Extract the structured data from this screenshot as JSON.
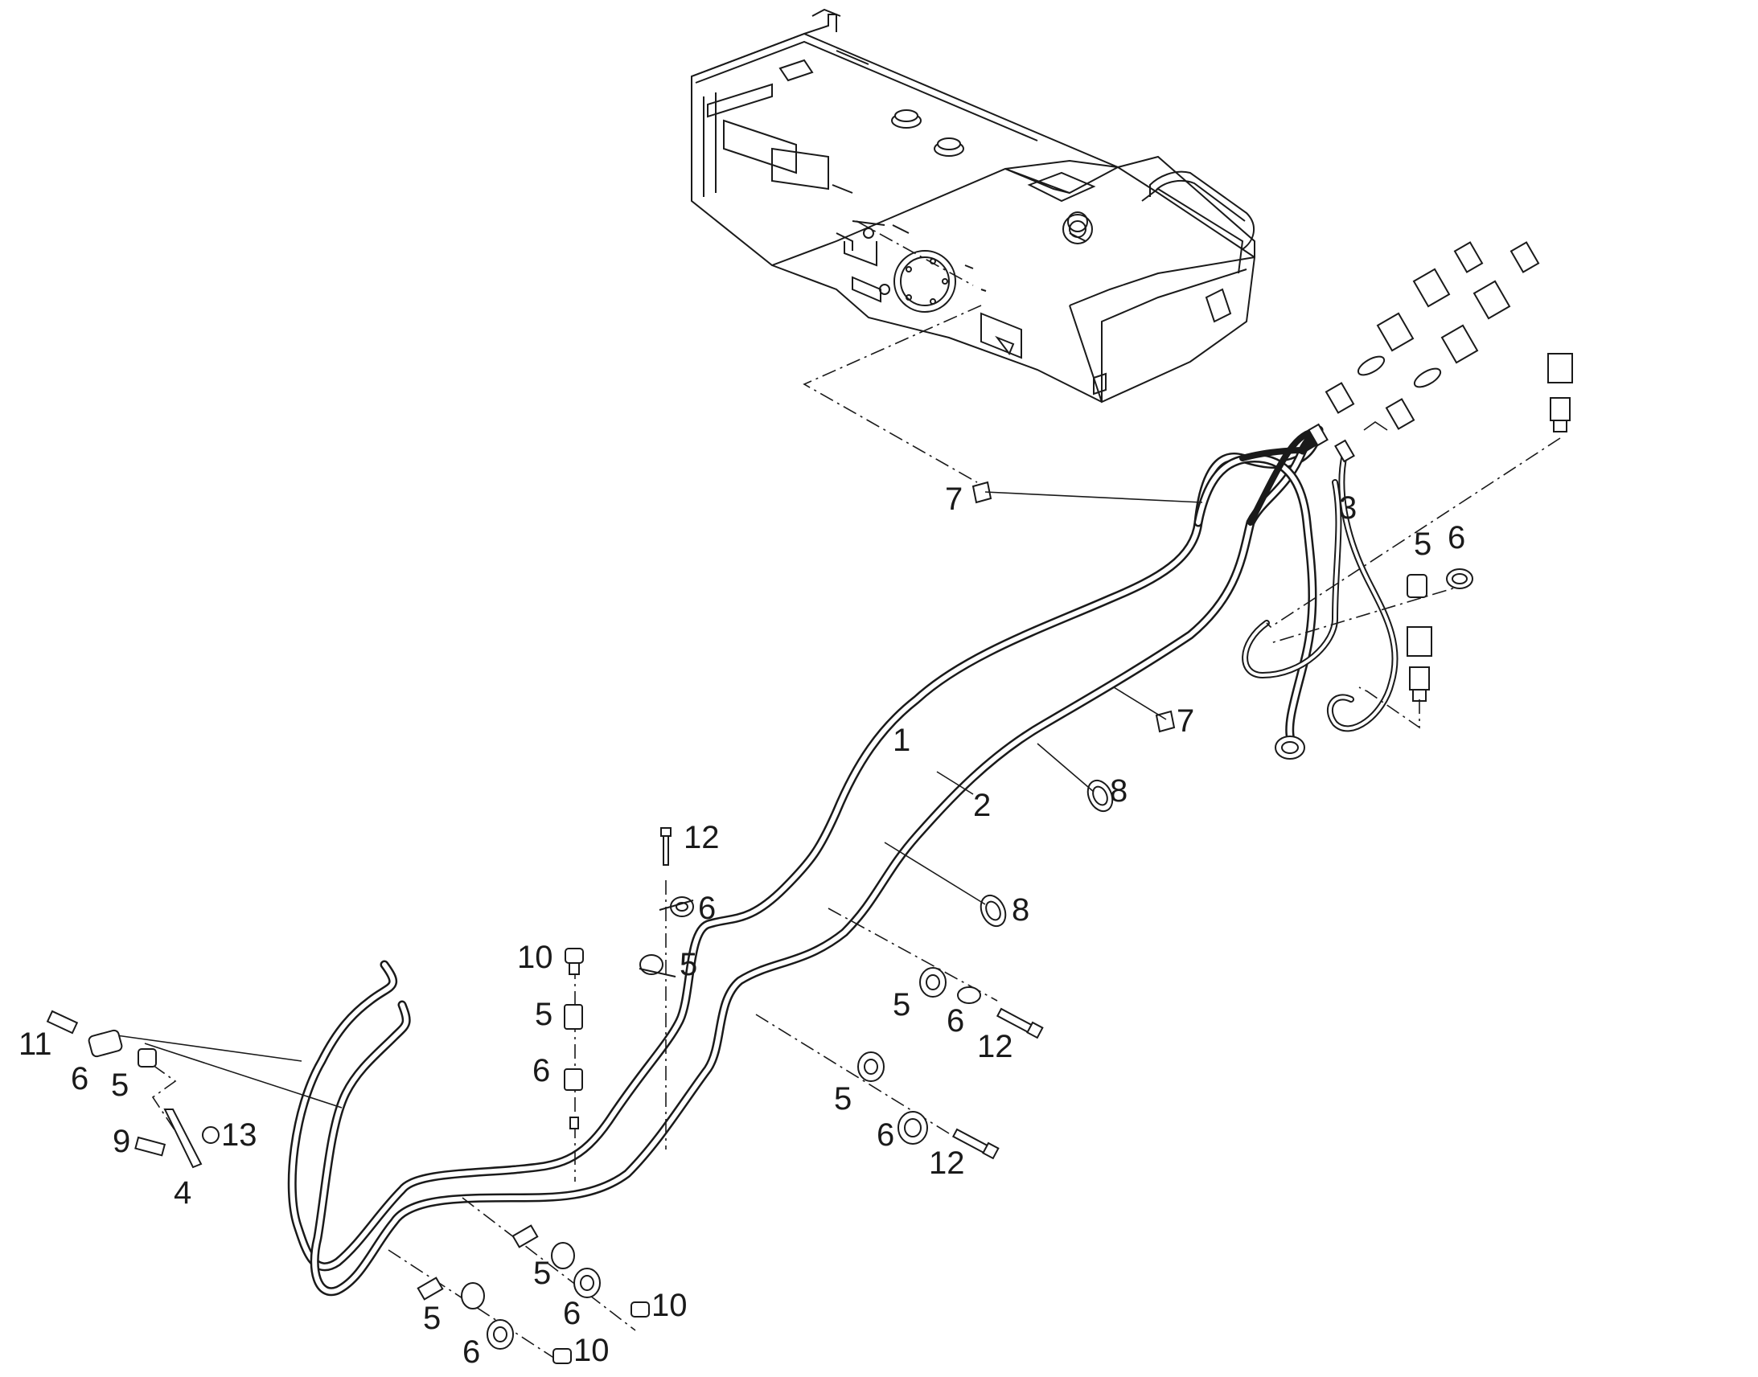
{
  "callouts": [
    {
      "id": "c-7a",
      "text": "7"
    },
    {
      "id": "c-3",
      "text": "3"
    },
    {
      "id": "c-5a",
      "text": "5"
    },
    {
      "id": "c-6a",
      "text": "6"
    },
    {
      "id": "c-7b",
      "text": "7"
    },
    {
      "id": "c-1",
      "text": "1"
    },
    {
      "id": "c-2",
      "text": "2"
    },
    {
      "id": "c-8a",
      "text": "8"
    },
    {
      "id": "c-12a",
      "text": "12"
    },
    {
      "id": "c-8b",
      "text": "8"
    },
    {
      "id": "c-6b",
      "text": "6"
    },
    {
      "id": "c-10a",
      "text": "10"
    },
    {
      "id": "c-5b",
      "text": "5"
    },
    {
      "id": "c-5c",
      "text": "5"
    },
    {
      "id": "c-5d",
      "text": "5"
    },
    {
      "id": "c-6c",
      "text": "6"
    },
    {
      "id": "c-12b",
      "text": "12"
    },
    {
      "id": "c-6d",
      "text": "6"
    },
    {
      "id": "c-11",
      "text": "11"
    },
    {
      "id": "c-6e",
      "text": "6"
    },
    {
      "id": "c-5e",
      "text": "5"
    },
    {
      "id": "c-13",
      "text": "13"
    },
    {
      "id": "c-9",
      "text": "9"
    },
    {
      "id": "c-4",
      "text": "4"
    },
    {
      "id": "c-5f",
      "text": "5"
    },
    {
      "id": "c-6f",
      "text": "6"
    },
    {
      "id": "c-12c",
      "text": "12"
    },
    {
      "id": "c-5g",
      "text": "5"
    },
    {
      "id": "c-10b",
      "text": "10"
    },
    {
      "id": "c-6g",
      "text": "6"
    },
    {
      "id": "c-5h",
      "text": "5"
    },
    {
      "id": "c-6h",
      "text": "6"
    },
    {
      "id": "c-10c",
      "text": "10"
    }
  ],
  "colors": {
    "ink": "#1a1a1a",
    "background": "#ffffff"
  }
}
